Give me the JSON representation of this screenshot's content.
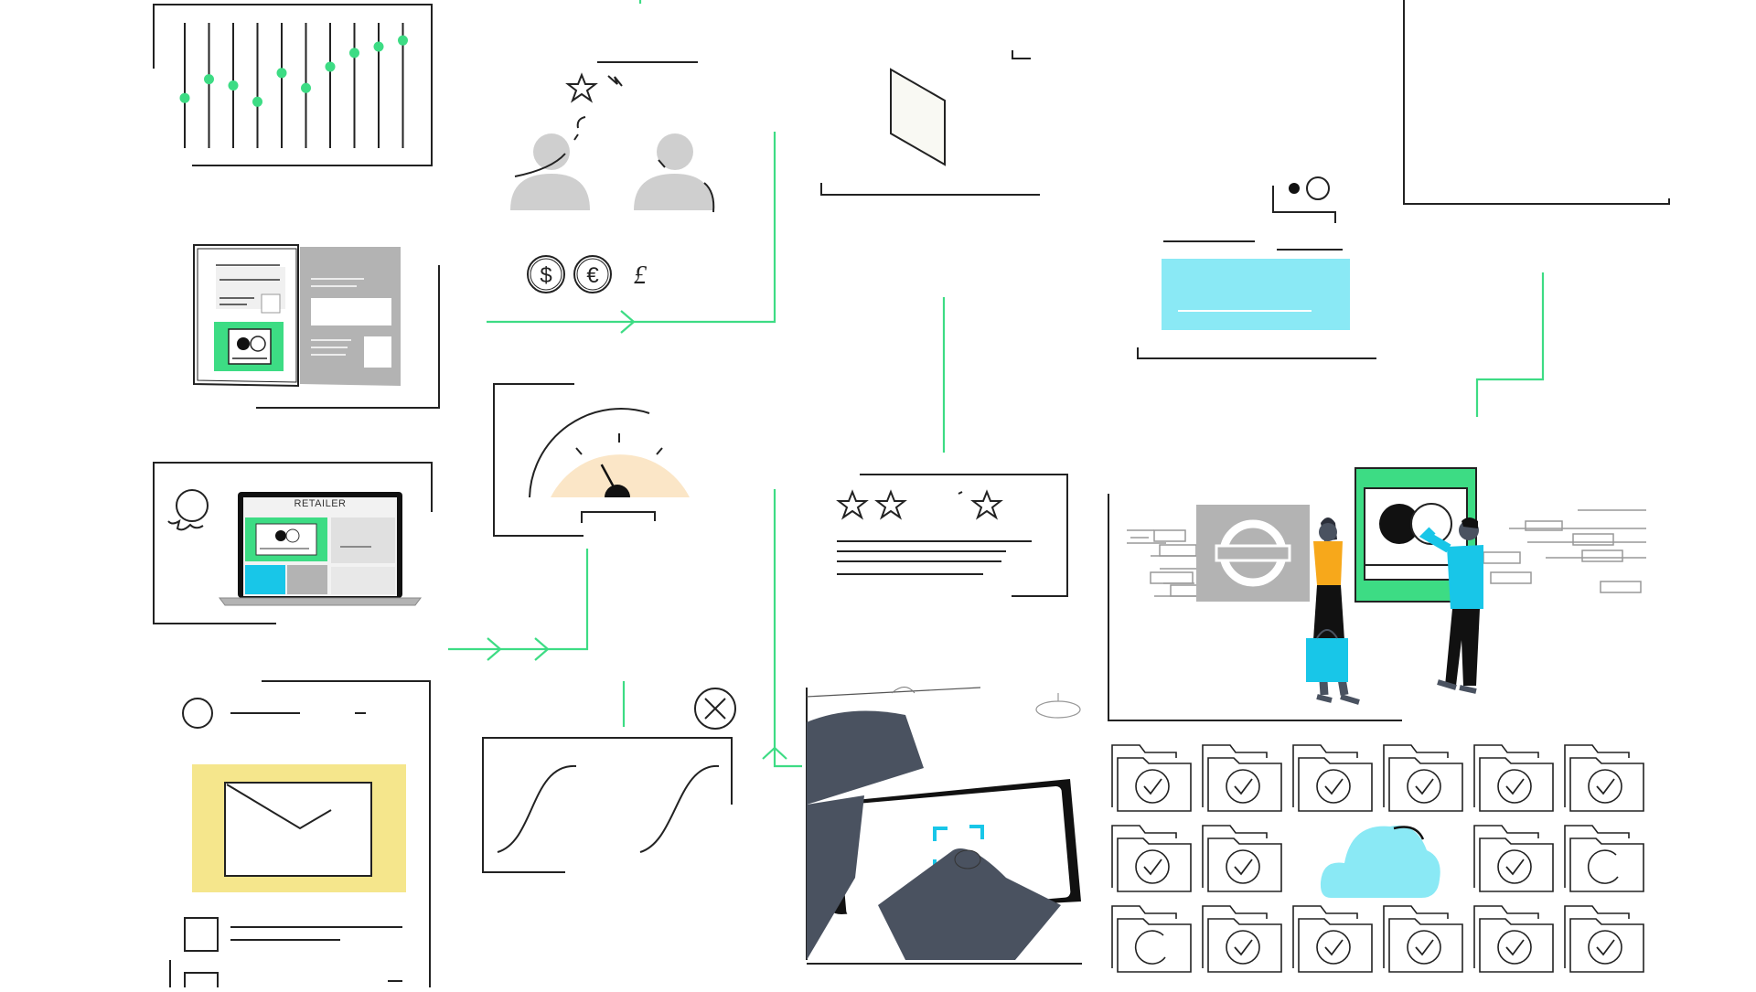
{
  "laptop": {
    "screen_label": "RETAILER"
  },
  "currency_symbols": {
    "dollar": "$",
    "euro": "€",
    "pound": "£"
  },
  "colors": {
    "accent_green": "#3ddc84",
    "cyan": "#8ae9f5",
    "cyan_dark": "#18c6e8",
    "gauge_fill": "#fbe6c7",
    "envelope_bg": "#f5e68c",
    "gray": "#b3b3b3",
    "dark_slate": "#4a5260",
    "orange": "#f7a81b"
  },
  "icons": [
    "slider-chart-icon",
    "people-icon",
    "star-icon",
    "currency-icon",
    "tablet-icon",
    "open-book-icon",
    "toggle-icon",
    "laptop-icon",
    "person-avatar-icon",
    "speedometer-icon",
    "review-card-icon",
    "subway-sign-icon",
    "billboard-icon",
    "email-envelope-icon",
    "checkbox-icon",
    "close-icon",
    "s-curve-chart-icon",
    "smartphone-scan-icon",
    "folder-check-icon",
    "cloud-icon"
  ],
  "sliders": {
    "levels": [
      0.4,
      0.55,
      0.5,
      0.37,
      0.6,
      0.48,
      0.65,
      0.76,
      0.81,
      0.86
    ]
  },
  "speedometer": {
    "needle_level": 0.35
  },
  "folders": {
    "rows": [
      [
        "check",
        "check",
        "check",
        "check",
        "check",
        "check"
      ],
      [
        "check",
        "check",
        "cloud",
        "cloud",
        "check",
        "empty"
      ],
      [
        "empty",
        "check",
        "check",
        "check",
        "check",
        "check"
      ]
    ]
  }
}
